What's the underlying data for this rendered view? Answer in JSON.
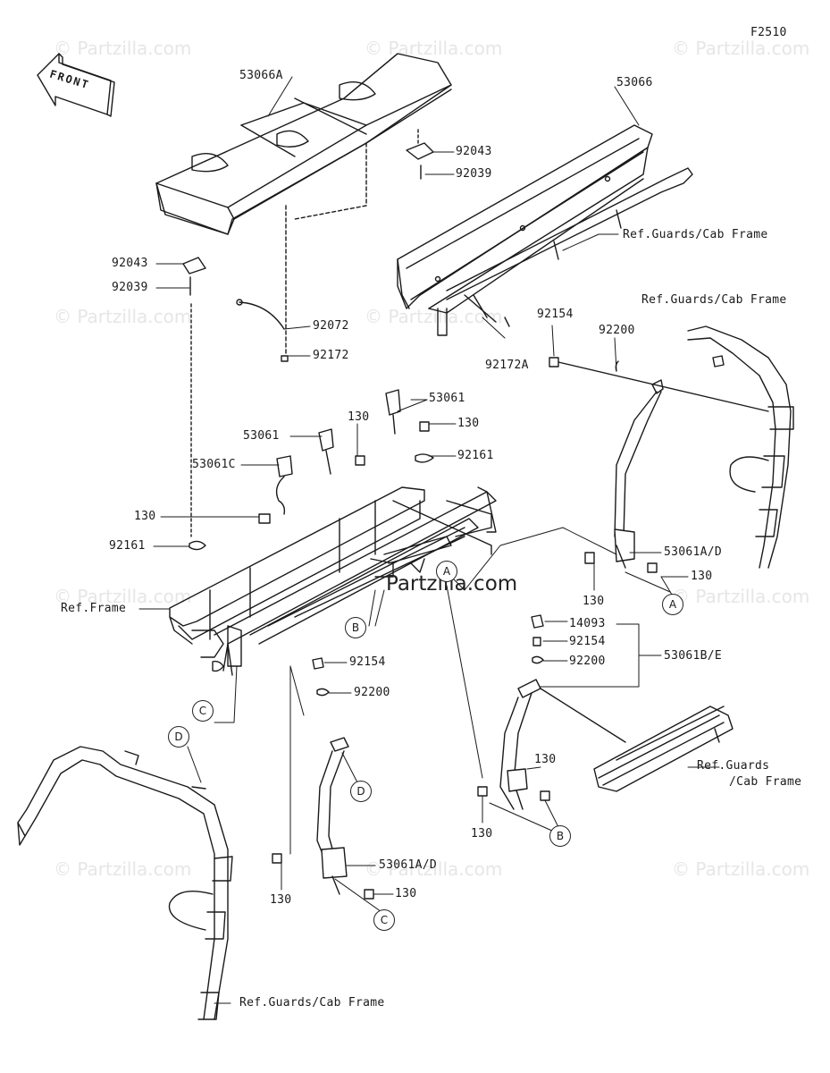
{
  "figure_code": "F2510",
  "front_label": "FRONT",
  "watermark": "© Partzilla.com",
  "center_watermark": "Partzilla.com",
  "parts": {
    "p53066A": "53066A",
    "p53066": "53066",
    "p92043_top": "92043",
    "p92039_top": "92039",
    "p92043_left": "92043",
    "p92039_left": "92039",
    "p92072": "92072",
    "p92172": "92172",
    "p92172A": "92172A",
    "p92154_top": "92154",
    "p92200_top": "92200",
    "p53061_a": "53061",
    "p130_a": "130",
    "p130_b": "130",
    "p53061_b": "53061",
    "p92161_right": "92161",
    "p53061C": "53061C",
    "p130_c": "130",
    "p92161_left": "92161",
    "p53061AD_right": "53061A/D",
    "p130_d": "130",
    "p130_e": "130",
    "p14093": "14093",
    "p92154_mid": "92154",
    "p92200_mid": "92200",
    "p53061BE": "53061B/E",
    "p92154_low": "92154",
    "p92200_low": "92200",
    "p130_f": "130",
    "p130_g": "130",
    "p53061AD_low": "53061A/D",
    "p130_h": "130",
    "p130_i": "130"
  },
  "refs": {
    "guards_top": "Ref.Guards/Cab Frame",
    "guards_right": "Ref.Guards/Cab Frame",
    "frame": "Ref.Frame",
    "guards_mid_1": "Ref.Guards",
    "guards_mid_2": "/Cab Frame",
    "guards_bottom": "Ref.Guards/Cab Frame"
  },
  "callouts": {
    "A": "A",
    "B": "B",
    "C": "C",
    "D": "D"
  }
}
